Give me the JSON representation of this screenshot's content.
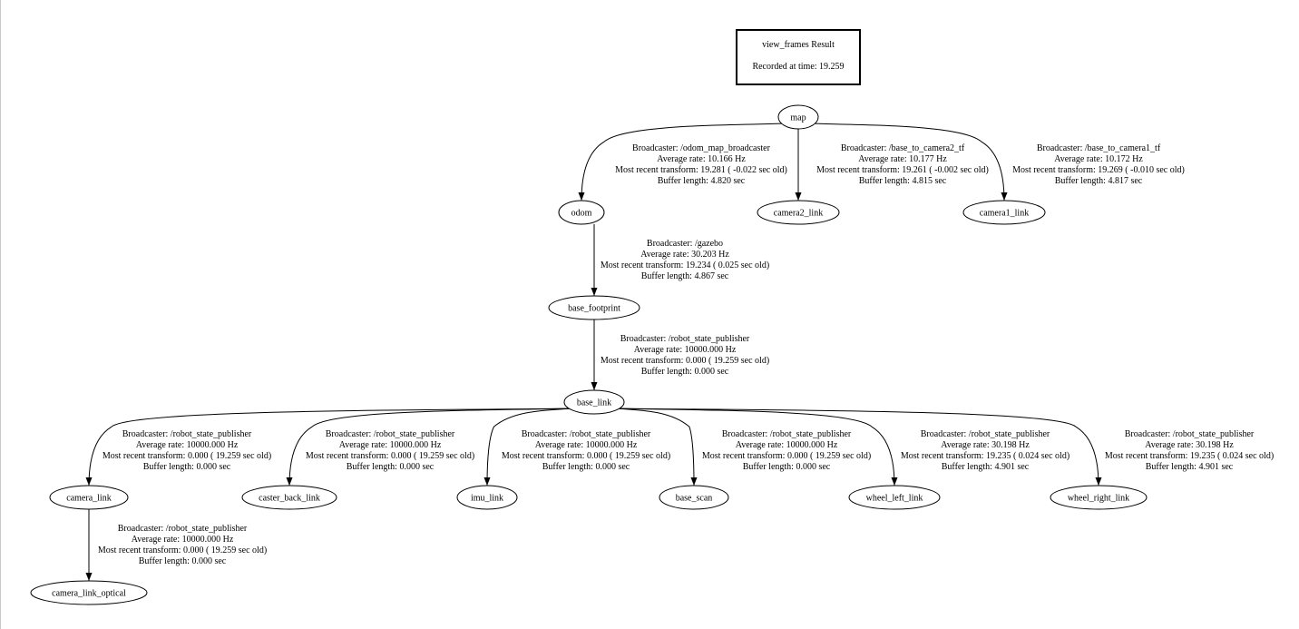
{
  "title": {
    "heading": "view_frames Result",
    "recorded": "Recorded at time: 19.259"
  },
  "nodes": [
    {
      "id": "map",
      "label": "map"
    },
    {
      "id": "odom",
      "label": "odom"
    },
    {
      "id": "camera2_link",
      "label": "camera2_link"
    },
    {
      "id": "camera1_link",
      "label": "camera1_link"
    },
    {
      "id": "base_footprint",
      "label": "base_footprint"
    },
    {
      "id": "base_link",
      "label": "base_link"
    },
    {
      "id": "camera_link",
      "label": "camera_link"
    },
    {
      "id": "caster_back_link",
      "label": "caster_back_link"
    },
    {
      "id": "imu_link",
      "label": "imu_link"
    },
    {
      "id": "base_scan",
      "label": "base_scan"
    },
    {
      "id": "wheel_left_link",
      "label": "wheel_left_link"
    },
    {
      "id": "wheel_right_link",
      "label": "wheel_right_link"
    },
    {
      "id": "camera_link_optical",
      "label": "camera_link_optical"
    }
  ],
  "edges": [
    {
      "from": "map",
      "to": "odom",
      "lines": [
        "Broadcaster: /odom_map_broadcaster",
        "Average rate: 10.166 Hz",
        "Most recent transform: 19.281 ( -0.022 sec old)",
        "Buffer length: 4.820 sec"
      ]
    },
    {
      "from": "map",
      "to": "camera2_link",
      "lines": [
        "Broadcaster: /base_to_camera2_tf",
        "Average rate: 10.177 Hz",
        "Most recent transform: 19.261 ( -0.002 sec old)",
        "Buffer length: 4.815 sec"
      ]
    },
    {
      "from": "map",
      "to": "camera1_link",
      "lines": [
        "Broadcaster: /base_to_camera1_tf",
        "Average rate: 10.172 Hz",
        "Most recent transform: 19.269 ( -0.010 sec old)",
        "Buffer length: 4.817 sec"
      ]
    },
    {
      "from": "odom",
      "to": "base_footprint",
      "lines": [
        "Broadcaster: /gazebo",
        "Average rate: 30.203 Hz",
        "Most recent transform: 19.234 ( 0.025 sec old)",
        "Buffer length: 4.867 sec"
      ]
    },
    {
      "from": "base_footprint",
      "to": "base_link",
      "lines": [
        "Broadcaster: /robot_state_publisher",
        "Average rate: 10000.000 Hz",
        "Most recent transform: 0.000 ( 19.259 sec old)",
        "Buffer length: 0.000 sec"
      ]
    },
    {
      "from": "base_link",
      "to": "camera_link",
      "lines": [
        "Broadcaster: /robot_state_publisher",
        "Average rate: 10000.000 Hz",
        "Most recent transform: 0.000 ( 19.259 sec old)",
        "Buffer length: 0.000 sec"
      ]
    },
    {
      "from": "base_link",
      "to": "caster_back_link",
      "lines": [
        "Broadcaster: /robot_state_publisher",
        "Average rate: 10000.000 Hz",
        "Most recent transform: 0.000 ( 19.259 sec old)",
        "Buffer length: 0.000 sec"
      ]
    },
    {
      "from": "base_link",
      "to": "imu_link",
      "lines": [
        "Broadcaster: /robot_state_publisher",
        "Average rate: 10000.000 Hz",
        "Most recent transform: 0.000 ( 19.259 sec old)",
        "Buffer length: 0.000 sec"
      ]
    },
    {
      "from": "base_link",
      "to": "base_scan",
      "lines": [
        "Broadcaster: /robot_state_publisher",
        "Average rate: 10000.000 Hz",
        "Most recent transform: 0.000 ( 19.259 sec old)",
        "Buffer length: 0.000 sec"
      ]
    },
    {
      "from": "base_link",
      "to": "wheel_left_link",
      "lines": [
        "Broadcaster: /robot_state_publisher",
        "Average rate: 30.198 Hz",
        "Most recent transform: 19.235 ( 0.024 sec old)",
        "Buffer length: 4.901 sec"
      ]
    },
    {
      "from": "base_link",
      "to": "wheel_right_link",
      "lines": [
        "Broadcaster: /robot_state_publisher",
        "Average rate: 30.198 Hz",
        "Most recent transform: 19.235 ( 0.024 sec old)",
        "Buffer length: 4.901 sec"
      ]
    },
    {
      "from": "camera_link",
      "to": "camera_link_optical",
      "lines": [
        "Broadcaster: /robot_state_publisher",
        "Average rate: 10000.000 Hz",
        "Most recent transform: 0.000 ( 19.259 sec old)",
        "Buffer length: 0.000 sec"
      ]
    }
  ]
}
